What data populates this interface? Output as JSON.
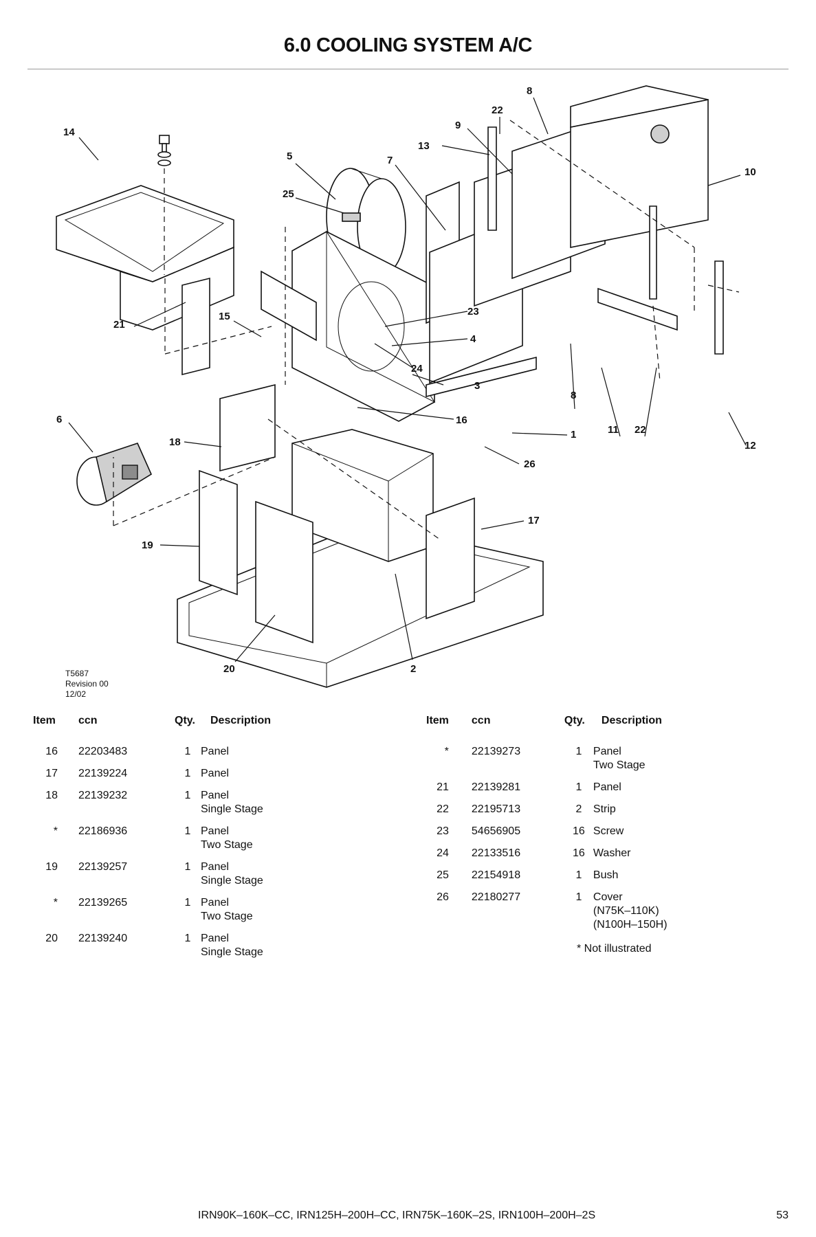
{
  "page": {
    "title": "6.0 COOLING SYSTEM A/C",
    "footer_models": "IRN90K–160K–CC, IRN125H–200H–CC, IRN75K–160K–2S, IRN100H–200H–2S",
    "page_number": "53"
  },
  "figure": {
    "drawing_number": "T5687",
    "revision": "Revision 00",
    "date": "12/02",
    "callouts": [
      "14",
      "5",
      "25",
      "21",
      "15",
      "6",
      "18",
      "19",
      "20",
      "2",
      "23",
      "4",
      "24",
      "3",
      "16",
      "7",
      "13",
      "9",
      "22",
      "8",
      "10",
      "8",
      "11",
      "22",
      "12",
      "1",
      "26",
      "17"
    ]
  },
  "table_headers": {
    "item": "Item",
    "ccn": "ccn",
    "qty": "Qty.",
    "description": "Description"
  },
  "left_rows": [
    {
      "item": "16",
      "ccn": "22203483",
      "qty": "1",
      "desc": "Panel",
      "desc2": ""
    },
    {
      "item": "17",
      "ccn": "22139224",
      "qty": "1",
      "desc": "Panel",
      "desc2": ""
    },
    {
      "item": "18",
      "ccn": "22139232",
      "qty": "1",
      "desc": "Panel",
      "desc2": "Single Stage"
    },
    {
      "item": "*",
      "ccn": "22186936",
      "qty": "1",
      "desc": "Panel",
      "desc2": "Two Stage"
    },
    {
      "item": "19",
      "ccn": "22139257",
      "qty": "1",
      "desc": "Panel",
      "desc2": "Single Stage"
    },
    {
      "item": "*",
      "ccn": "22139265",
      "qty": "1",
      "desc": "Panel",
      "desc2": "Two Stage"
    },
    {
      "item": "20",
      "ccn": "22139240",
      "qty": "1",
      "desc": "Panel",
      "desc2": "Single Stage"
    }
  ],
  "right_rows": [
    {
      "item": "*",
      "ccn": "22139273",
      "qty": "1",
      "desc": "Panel",
      "desc2": "Two Stage",
      "desc3": ""
    },
    {
      "item": "21",
      "ccn": "22139281",
      "qty": "1",
      "desc": "Panel",
      "desc2": "",
      "desc3": ""
    },
    {
      "item": "22",
      "ccn": "22195713",
      "qty": "2",
      "desc": "Strip",
      "desc2": "",
      "desc3": ""
    },
    {
      "item": "23",
      "ccn": "54656905",
      "qty": "16",
      "desc": "Screw",
      "desc2": "",
      "desc3": ""
    },
    {
      "item": "24",
      "ccn": "22133516",
      "qty": "16",
      "desc": "Washer",
      "desc2": "",
      "desc3": ""
    },
    {
      "item": "25",
      "ccn": "22154918",
      "qty": "1",
      "desc": "Bush",
      "desc2": "",
      "desc3": ""
    },
    {
      "item": "26",
      "ccn": "22180277",
      "qty": "1",
      "desc": "Cover",
      "desc2": "(N75K–110K)",
      "desc3": "(N100H–150H)"
    }
  ],
  "note": "* Not illustrated"
}
